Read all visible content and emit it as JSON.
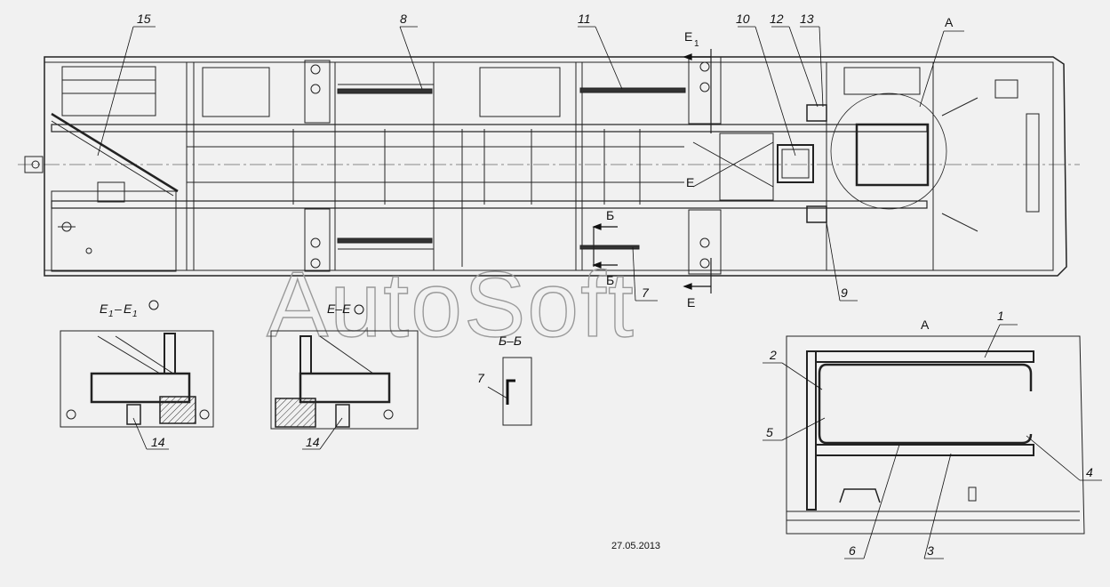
{
  "drawing": {
    "callouts_main": [
      "15",
      "8",
      "11",
      "10",
      "12",
      "13",
      "A",
      "7",
      "9"
    ],
    "section_marks": {
      "e1_top": "E",
      "e1_sub": "1",
      "e_mid": "E",
      "e_bot": "E",
      "b_top": "Б",
      "b_bot": "Б"
    },
    "views": {
      "e1": {
        "title": "E",
        "title_sub": "1",
        "title_sep": "–",
        "title_end": "E",
        "title_end_sub": "1",
        "callout": "14"
      },
      "e": {
        "title": "E–E",
        "callout": "14"
      },
      "b": {
        "title": "Б–Б",
        "callout": "7"
      },
      "a": {
        "title": "A",
        "callouts": [
          "1",
          "2",
          "5",
          "4",
          "6",
          "3"
        ]
      }
    },
    "watermark": "AutoSoft",
    "date": "27.05.2013"
  }
}
